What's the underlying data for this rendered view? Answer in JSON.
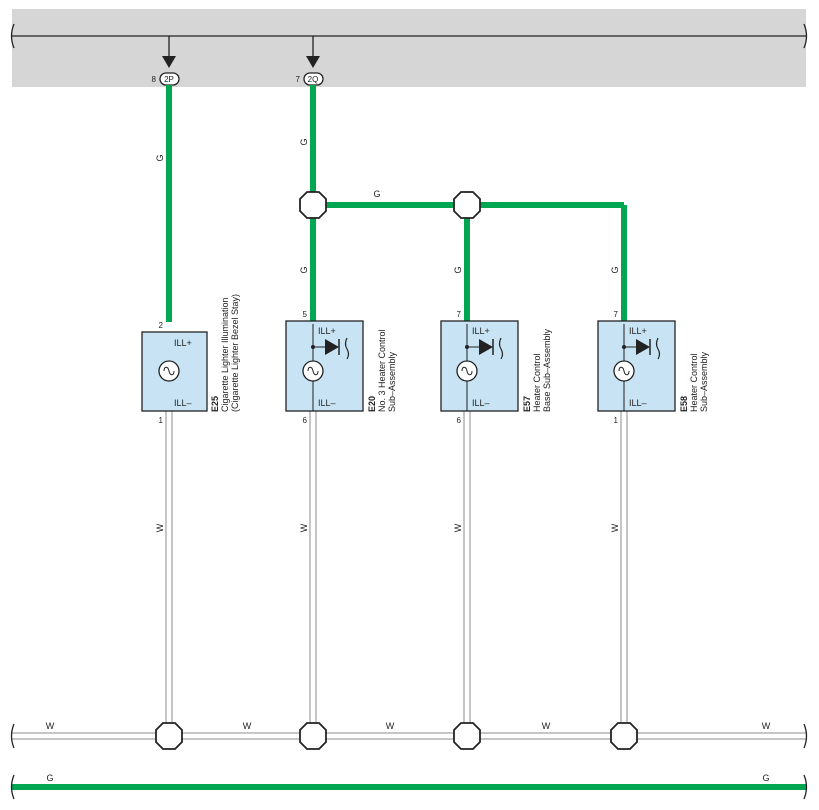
{
  "connectors": [
    {
      "pin": "8",
      "code": "2P"
    },
    {
      "pin": "7",
      "code": "2Q"
    }
  ],
  "wire_colors": {
    "green": "G",
    "white": "W"
  },
  "colors": {
    "green_wire": "#00a651",
    "box_fill": "#c8e3f4",
    "bus_fill": "#d6d6d6"
  },
  "components": [
    {
      "code": "E25",
      "name_line1": "Cigarette Lighter Illumination",
      "name_line2": "(Cigarette Lighter Bezel Stay)",
      "pin_top": "2",
      "pin_bottom": "1",
      "ill_plus": "ILL+",
      "ill_minus": "ILL–",
      "has_led": false
    },
    {
      "code": "E20",
      "name_line1": "No. 3 Heater Control",
      "name_line2": "Sub–Assembly",
      "pin_top": "5",
      "pin_bottom": "6",
      "ill_plus": "ILL+",
      "ill_minus": "ILL–",
      "has_led": true
    },
    {
      "code": "E57",
      "name_line1": "Heater Control",
      "name_line2": "Base Sub–Assembly",
      "pin_top": "7",
      "pin_bottom": "6",
      "ill_plus": "ILL+",
      "ill_minus": "ILL–",
      "has_led": true
    },
    {
      "code": "E58",
      "name_line1": "Heater Control",
      "name_line2": "Sub–Assembly",
      "pin_top": "7",
      "pin_bottom": "1",
      "ill_plus": "ILL+",
      "ill_minus": "ILL–",
      "has_led": true
    }
  ]
}
